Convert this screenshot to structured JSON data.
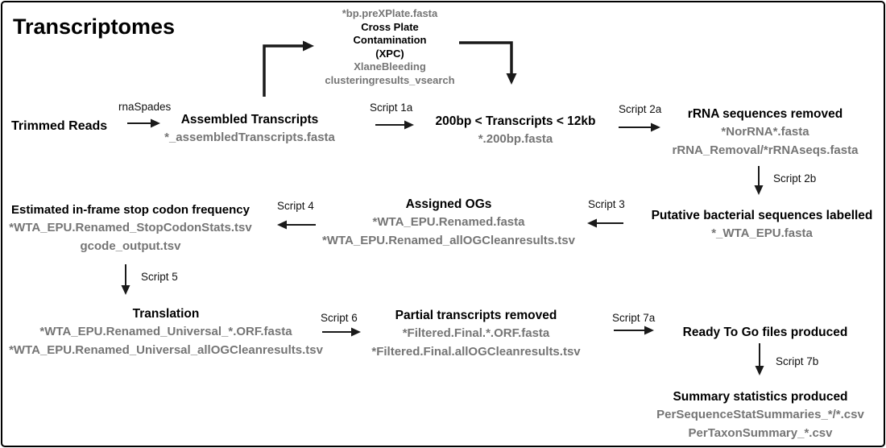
{
  "title": "Transcriptomes",
  "colors": {
    "ink": "#000000",
    "file_gray": "#757575"
  },
  "nodes": {
    "trimmed_reads": {
      "title": "Trimmed Reads"
    },
    "assembled_transcripts": {
      "title": "Assembled Transcripts",
      "files": [
        "*_assembledTranscripts.fasta"
      ]
    },
    "cross_plate_contamination": {
      "input_file": "*bp.preXPlate.fasta",
      "title_lines": [
        "Cross Plate",
        "Contamination",
        "(XPC)"
      ],
      "output_files": [
        "XlaneBleeding",
        "clusteringresults_vsearch"
      ]
    },
    "size_filtered": {
      "title": "200bp < Transcripts < 12kb",
      "files": [
        "*.200bp.fasta"
      ]
    },
    "rrna_removed": {
      "title": "rRNA sequences removed",
      "files": [
        "*NorRNA*.fasta",
        "rRNA_Removal/*rRNAseqs.fasta"
      ]
    },
    "putative_bacterial": {
      "title": "Putative bacterial sequences labelled",
      "files": [
        "*_WTA_EPU.fasta"
      ]
    },
    "assigned_ogs": {
      "title": "Assigned OGs",
      "files": [
        "*WTA_EPU.Renamed.fasta",
        "*WTA_EPU.Renamed_allOGCleanresults.tsv"
      ]
    },
    "stop_codon_frequency": {
      "title": "Estimated in-frame stop codon frequency",
      "files": [
        "*WTA_EPU.Renamed_StopCodonStats.tsv",
        "gcode_output.tsv"
      ]
    },
    "translation": {
      "title": "Translation",
      "files": [
        "*WTA_EPU.Renamed_Universal_*.ORF.fasta",
        "*WTA_EPU.Renamed_Universal_allOGCleanresults.tsv"
      ]
    },
    "partial_removed": {
      "title": "Partial transcripts removed",
      "files": [
        "*Filtered.Final.*.ORF.fasta",
        "*Filtered.Final.allOGCleanresults.tsv"
      ]
    },
    "ready_to_go": {
      "title": "Ready To Go files produced"
    },
    "summary_statistics": {
      "title": "Summary statistics produced",
      "files": [
        "PerSequenceStatSummaries_*/*.csv",
        "PerTaxonSummary_*.csv"
      ]
    }
  },
  "edges": {
    "rnaspades": "rnaSpades",
    "script_1a": "Script 1a",
    "script_2a": "Script 2a",
    "script_2b": "Script 2b",
    "script_3": "Script 3",
    "script_4": "Script 4",
    "script_5": "Script 5",
    "script_6": "Script 6",
    "script_7a": "Script 7a",
    "script_7b": "Script 7b"
  }
}
